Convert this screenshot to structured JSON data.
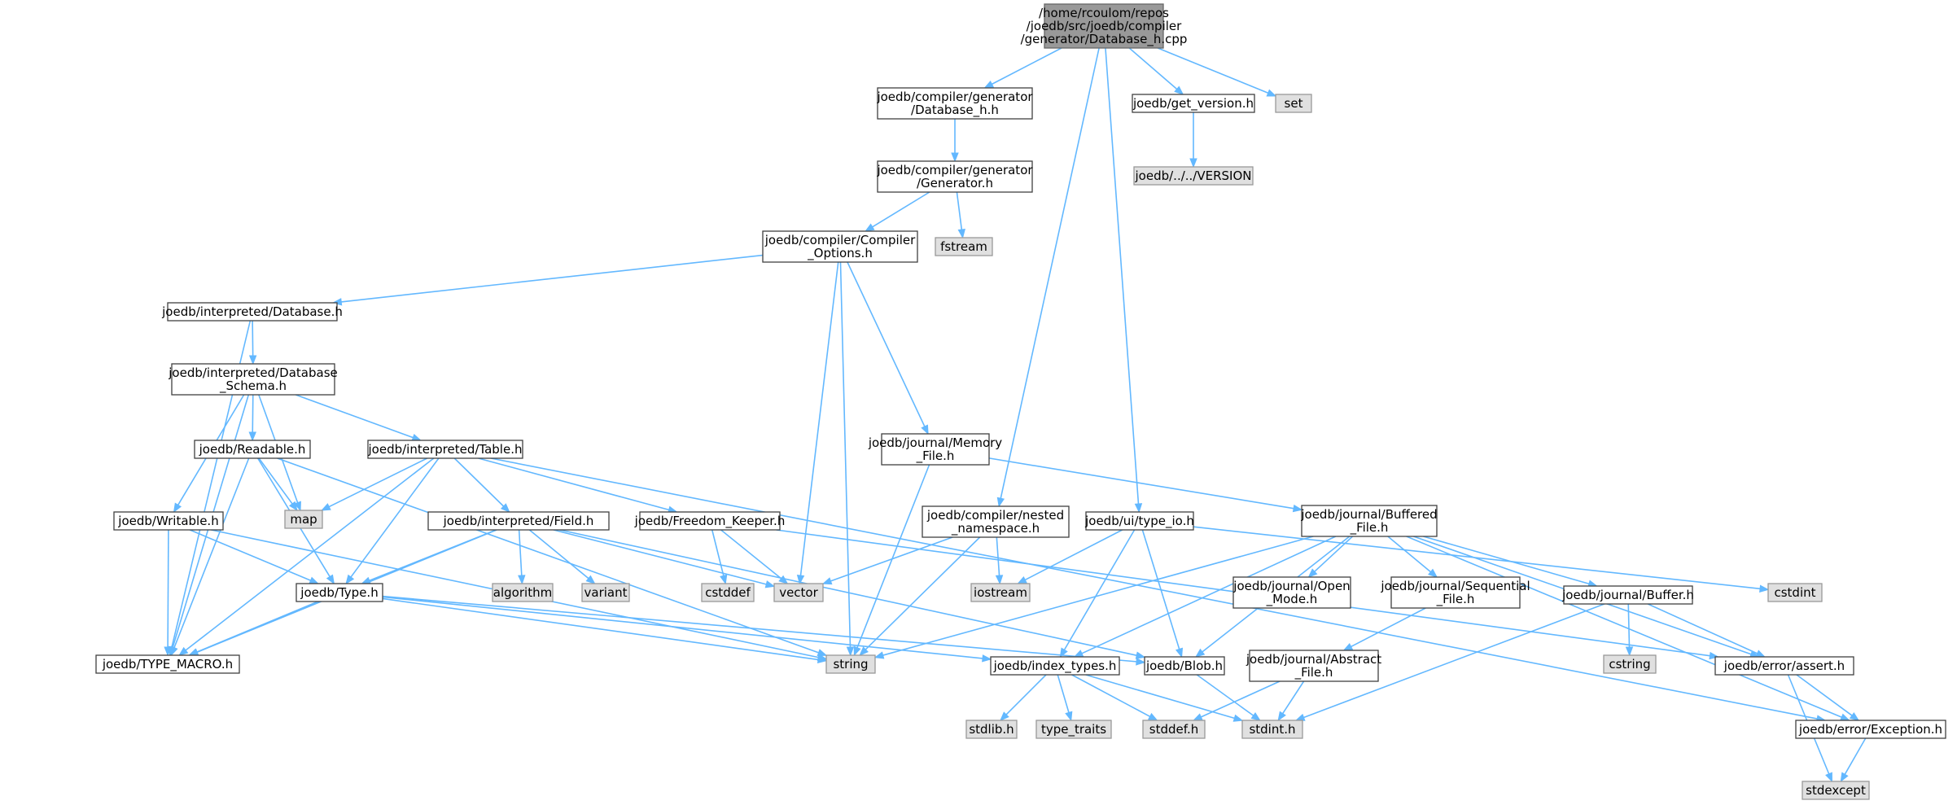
{
  "colors": {
    "root_fill": "#999999",
    "root_stroke": "#666666",
    "local_fill": "#ffffff",
    "local_stroke": "#404040",
    "system_fill": "#e0e0e0",
    "system_stroke": "#999999",
    "edge": "#63b8ff"
  },
  "nodes": [
    {
      "id": "root",
      "kind": "root",
      "lines": [
        "/home/rcoulom/repos",
        "/joedb/src/joedb/compiler",
        "/generator/Database_h.cpp"
      ]
    },
    {
      "id": "database_h",
      "kind": "local",
      "lines": [
        "joedb/compiler/generator",
        "/Database_h.h"
      ]
    },
    {
      "id": "generator_h",
      "kind": "local",
      "lines": [
        "joedb/compiler/generator",
        "/Generator.h"
      ]
    },
    {
      "id": "compiler_options",
      "kind": "local",
      "lines": [
        "joedb/compiler/Compiler",
        "_Options.h"
      ]
    },
    {
      "id": "fstream",
      "kind": "system",
      "lines": [
        "fstream"
      ]
    },
    {
      "id": "get_version",
      "kind": "local",
      "lines": [
        "joedb/get_version.h"
      ]
    },
    {
      "id": "set",
      "kind": "system",
      "lines": [
        "set"
      ]
    },
    {
      "id": "version",
      "kind": "system",
      "lines": [
        "joedb/../../VERSION"
      ]
    },
    {
      "id": "interp_database",
      "kind": "local",
      "lines": [
        "joedb/interpreted/Database.h"
      ]
    },
    {
      "id": "db_schema",
      "kind": "local",
      "lines": [
        "joedb/interpreted/Database",
        "_Schema.h"
      ]
    },
    {
      "id": "readable",
      "kind": "local",
      "lines": [
        "joedb/Readable.h"
      ]
    },
    {
      "id": "interp_table",
      "kind": "local",
      "lines": [
        "joedb/interpreted/Table.h"
      ]
    },
    {
      "id": "memory_file",
      "kind": "local",
      "lines": [
        "joedb/journal/Memory",
        "_File.h"
      ]
    },
    {
      "id": "map",
      "kind": "system",
      "lines": [
        "map"
      ]
    },
    {
      "id": "writable",
      "kind": "local",
      "lines": [
        "joedb/Writable.h"
      ]
    },
    {
      "id": "interp_field",
      "kind": "local",
      "lines": [
        "joedb/interpreted/Field.h"
      ]
    },
    {
      "id": "freedom_keeper",
      "kind": "local",
      "lines": [
        "joedb/Freedom_Keeper.h"
      ]
    },
    {
      "id": "nested_namespace",
      "kind": "local",
      "lines": [
        "joedb/compiler/nested",
        "_namespace.h"
      ]
    },
    {
      "id": "type_io",
      "kind": "local",
      "lines": [
        "joedb/ui/type_io.h"
      ]
    },
    {
      "id": "buffered_file",
      "kind": "local",
      "lines": [
        "joedb/journal/Buffered",
        "_File.h"
      ]
    },
    {
      "id": "type_h",
      "kind": "local",
      "lines": [
        "joedb/Type.h"
      ]
    },
    {
      "id": "algorithm",
      "kind": "system",
      "lines": [
        "algorithm"
      ]
    },
    {
      "id": "variant",
      "kind": "system",
      "lines": [
        "variant"
      ]
    },
    {
      "id": "cstddef",
      "kind": "system",
      "lines": [
        "cstddef"
      ]
    },
    {
      "id": "vector",
      "kind": "system",
      "lines": [
        "vector"
      ]
    },
    {
      "id": "iostream",
      "kind": "system",
      "lines": [
        "iostream"
      ]
    },
    {
      "id": "open_mode",
      "kind": "local",
      "lines": [
        "joedb/journal/Open",
        "_Mode.h"
      ]
    },
    {
      "id": "sequential_file",
      "kind": "local",
      "lines": [
        "joedb/journal/Sequential",
        "_File.h"
      ]
    },
    {
      "id": "buffer_h",
      "kind": "local",
      "lines": [
        "joedb/journal/Buffer.h"
      ]
    },
    {
      "id": "cstdint",
      "kind": "system",
      "lines": [
        "cstdint"
      ]
    },
    {
      "id": "type_macro",
      "kind": "local",
      "lines": [
        "joedb/TYPE_MACRO.h"
      ]
    },
    {
      "id": "string",
      "kind": "system",
      "lines": [
        "string"
      ]
    },
    {
      "id": "index_types",
      "kind": "local",
      "lines": [
        "joedb/index_types.h"
      ]
    },
    {
      "id": "blob_h",
      "kind": "local",
      "lines": [
        "joedb/Blob.h"
      ]
    },
    {
      "id": "abstract_file",
      "kind": "local",
      "lines": [
        "joedb/journal/Abstract",
        "_File.h"
      ]
    },
    {
      "id": "cstring",
      "kind": "system",
      "lines": [
        "cstring"
      ]
    },
    {
      "id": "assert_h",
      "kind": "local",
      "lines": [
        "joedb/error/assert.h"
      ]
    },
    {
      "id": "stdlib",
      "kind": "system",
      "lines": [
        "stdlib.h"
      ]
    },
    {
      "id": "type_traits",
      "kind": "system",
      "lines": [
        "type_traits"
      ]
    },
    {
      "id": "stddef",
      "kind": "system",
      "lines": [
        "stddef.h"
      ]
    },
    {
      "id": "stdint",
      "kind": "system",
      "lines": [
        "stdint.h"
      ]
    },
    {
      "id": "exception_h",
      "kind": "local",
      "lines": [
        "joedb/error/Exception.h"
      ]
    },
    {
      "id": "stdexcept",
      "kind": "system",
      "lines": [
        "stdexcept"
      ]
    }
  ],
  "edges": [
    [
      "root",
      "database_h"
    ],
    [
      "root",
      "nested_namespace"
    ],
    [
      "root",
      "type_io"
    ],
    [
      "root",
      "get_version"
    ],
    [
      "root",
      "set"
    ],
    [
      "database_h",
      "generator_h"
    ],
    [
      "generator_h",
      "compiler_options"
    ],
    [
      "generator_h",
      "fstream"
    ],
    [
      "get_version",
      "version"
    ],
    [
      "compiler_options",
      "interp_database"
    ],
    [
      "compiler_options",
      "vector"
    ],
    [
      "compiler_options",
      "string"
    ],
    [
      "compiler_options",
      "memory_file"
    ],
    [
      "interp_database",
      "db_schema"
    ],
    [
      "interp_database",
      "type_macro"
    ],
    [
      "db_schema",
      "readable"
    ],
    [
      "db_schema",
      "interp_table"
    ],
    [
      "db_schema",
      "map"
    ],
    [
      "db_schema",
      "writable"
    ],
    [
      "db_schema",
      "type_macro"
    ],
    [
      "readable",
      "map"
    ],
    [
      "readable",
      "type_h"
    ],
    [
      "readable",
      "type_macro"
    ],
    [
      "readable",
      "string"
    ],
    [
      "interp_table",
      "map"
    ],
    [
      "interp_table",
      "interp_field"
    ],
    [
      "interp_table",
      "freedom_keeper"
    ],
    [
      "interp_table",
      "type_h"
    ],
    [
      "interp_table",
      "type_macro"
    ],
    [
      "interp_table",
      "exception_h"
    ],
    [
      "writable",
      "type_h"
    ],
    [
      "writable",
      "type_macro"
    ],
    [
      "writable",
      "string"
    ],
    [
      "interp_field",
      "type_h"
    ],
    [
      "interp_field",
      "algorithm"
    ],
    [
      "interp_field",
      "variant"
    ],
    [
      "interp_field",
      "vector"
    ],
    [
      "interp_field",
      "type_macro"
    ],
    [
      "interp_field",
      "blob_h"
    ],
    [
      "freedom_keeper",
      "cstddef"
    ],
    [
      "freedom_keeper",
      "vector"
    ],
    [
      "freedom_keeper",
      "assert_h"
    ],
    [
      "memory_file",
      "string"
    ],
    [
      "memory_file",
      "buffered_file"
    ],
    [
      "nested_namespace",
      "vector"
    ],
    [
      "nested_namespace",
      "iostream"
    ],
    [
      "nested_namespace",
      "string"
    ],
    [
      "type_io",
      "iostream"
    ],
    [
      "type_io",
      "index_types"
    ],
    [
      "type_io",
      "blob_h"
    ],
    [
      "type_io",
      "cstdint"
    ],
    [
      "buffered_file",
      "open_mode"
    ],
    [
      "buffered_file",
      "sequential_file"
    ],
    [
      "buffered_file",
      "buffer_h"
    ],
    [
      "buffered_file",
      "blob_h"
    ],
    [
      "buffered_file",
      "index_types"
    ],
    [
      "buffered_file",
      "string"
    ],
    [
      "buffered_file",
      "assert_h"
    ],
    [
      "buffered_file",
      "exception_h"
    ],
    [
      "type_h",
      "type_macro"
    ],
    [
      "type_h",
      "string"
    ],
    [
      "type_h",
      "index_types"
    ],
    [
      "type_h",
      "blob_h"
    ],
    [
      "sequential_file",
      "abstract_file"
    ],
    [
      "buffer_h",
      "cstring"
    ],
    [
      "buffer_h",
      "assert_h"
    ],
    [
      "buffer_h",
      "stdint"
    ],
    [
      "index_types",
      "stdlib"
    ],
    [
      "index_types",
      "type_traits"
    ],
    [
      "index_types",
      "stddef"
    ],
    [
      "index_types",
      "stdint"
    ],
    [
      "blob_h",
      "stdint"
    ],
    [
      "abstract_file",
      "stddef"
    ],
    [
      "abstract_file",
      "stdint"
    ],
    [
      "assert_h",
      "exception_h"
    ],
    [
      "assert_h",
      "stdexcept"
    ],
    [
      "exception_h",
      "stdexcept"
    ]
  ]
}
